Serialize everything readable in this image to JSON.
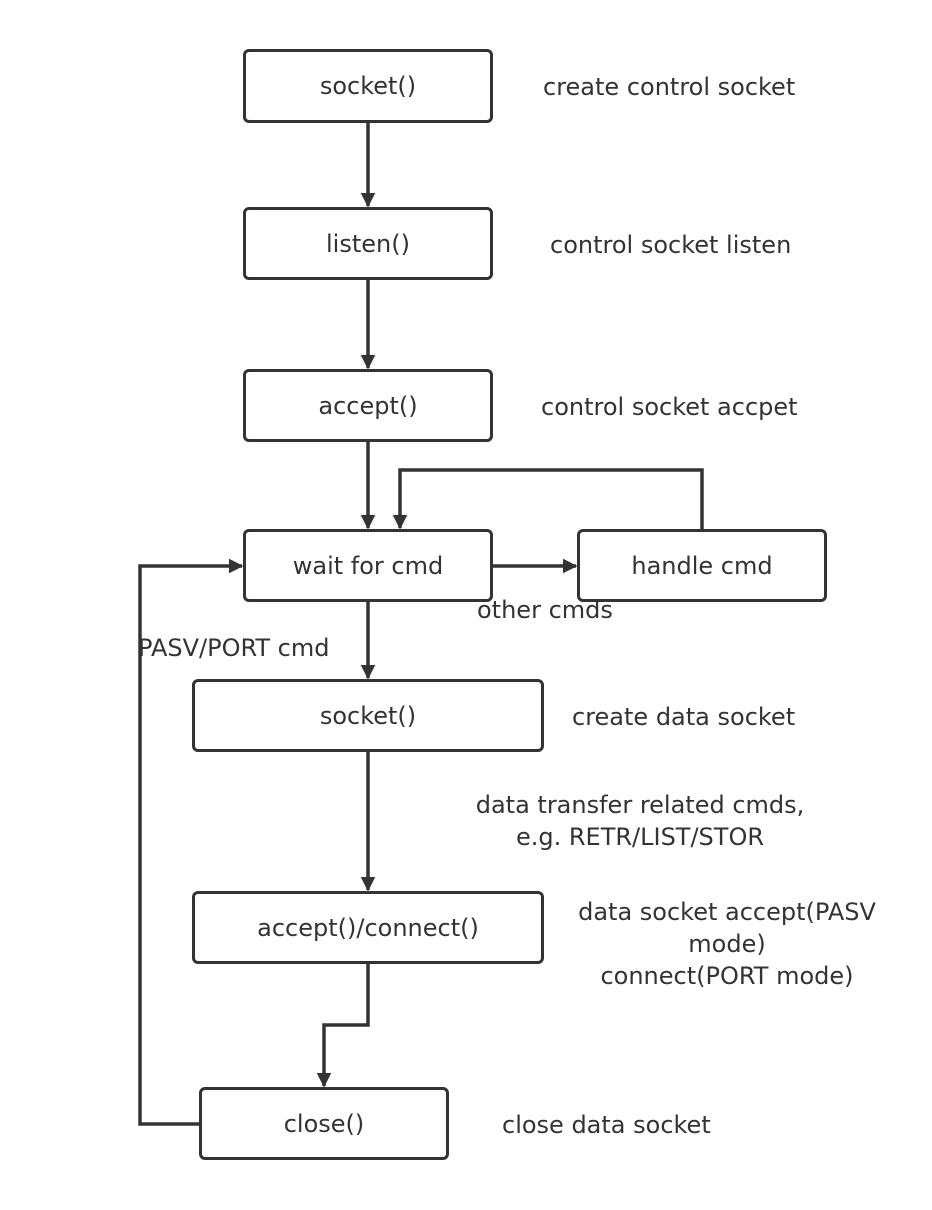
{
  "diagram": {
    "stroke_color": "#333333",
    "nodes": {
      "socket_control": "socket()",
      "listen": "listen()",
      "accept_control": "accept()",
      "wait_cmd": "wait for cmd",
      "handle_cmd": "handle cmd",
      "socket_data": "socket()",
      "accept_connect": "accept()/connect()",
      "close": "close()"
    },
    "annotations": {
      "create_control_socket": "create control socket",
      "control_socket_listen": "control socket listen",
      "control_socket_accept": "control socket accpet",
      "other_cmds": "other cmds",
      "pasv_port_cmd": "PASV/PORT cmd",
      "create_data_socket": "create data socket",
      "data_transfer_line1": "data transfer related cmds,",
      "data_transfer_line2": "e.g. RETR/LIST/STOR",
      "data_accept_line1": "data socket accept(PASV",
      "data_accept_line2": "mode)",
      "data_accept_line3": "connect(PORT mode)",
      "close_data_socket": "close data socket"
    }
  }
}
